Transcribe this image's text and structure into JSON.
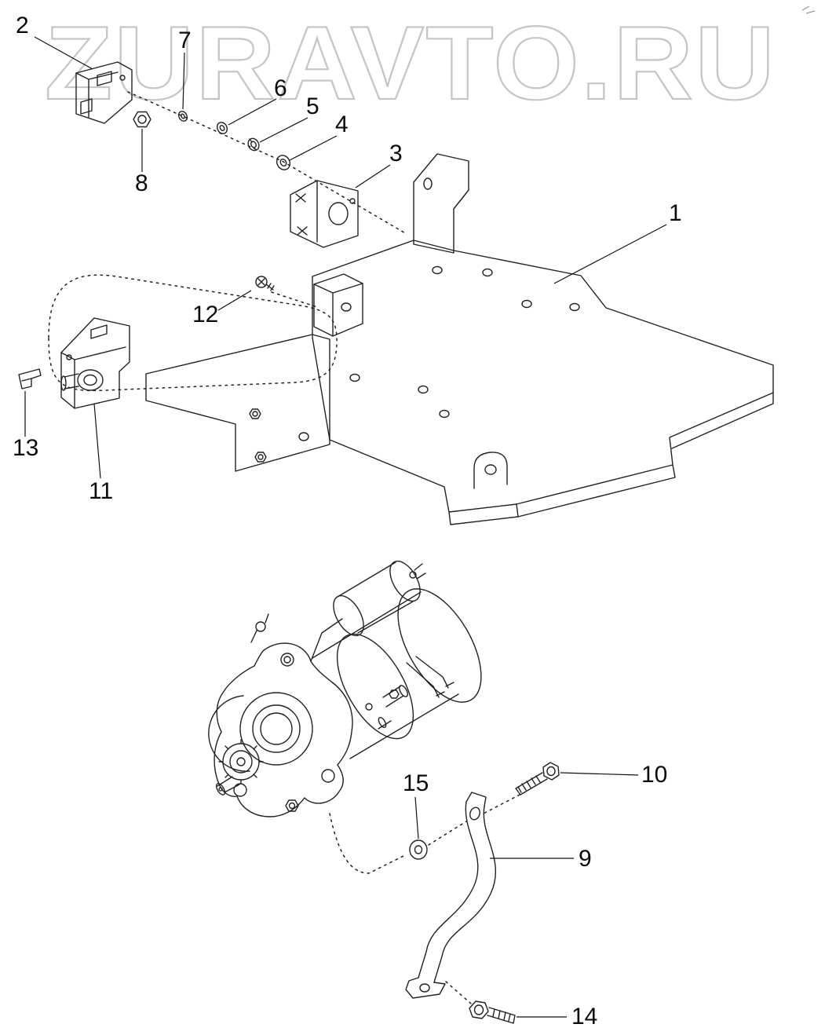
{
  "watermark": {
    "text": "ZURAVTO.RU"
  },
  "colors": {
    "background": "#ffffff",
    "line": "#222222",
    "watermark_outline": "#c6c6c6",
    "label_text": "#0a0a0a"
  },
  "diagram": {
    "type": "exploded-parts-diagram",
    "callouts": [
      {
        "label": "1"
      },
      {
        "label": "2"
      },
      {
        "label": "3"
      },
      {
        "label": "4"
      },
      {
        "label": "5"
      },
      {
        "label": "6"
      },
      {
        "label": "7"
      },
      {
        "label": "8"
      },
      {
        "label": "9"
      },
      {
        "label": "10"
      },
      {
        "label": "11"
      },
      {
        "label": "12"
      },
      {
        "label": "13"
      },
      {
        "label": "14"
      },
      {
        "label": "15"
      }
    ]
  }
}
